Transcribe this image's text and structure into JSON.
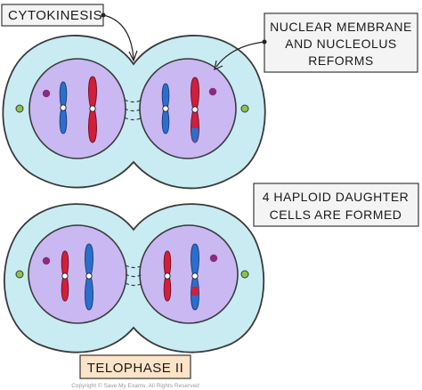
{
  "labels": {
    "cytokinesis": "CYTOKINESIS",
    "nuclear_line1": "NUCLEAR MEMBRANE",
    "nuclear_line2": "AND NUCLEOLUS",
    "nuclear_line3": "REFORMS",
    "haploid_line1": "4 HAPLOID DAUGHTER",
    "haploid_line2": "CELLS ARE FORMED",
    "stage": "TELOPHASE II"
  },
  "footer": {
    "copyright": "Copyright © Save My Exams. All Rights Reserved"
  },
  "colors": {
    "cytoplasm": "#c8ecf2",
    "cell_outline": "#3a3a3a",
    "nucleus": "#c9b8f2",
    "chromosome_red": "#d01f3c",
    "chromosome_blue": "#2a6fce",
    "centromere": "#ffffff",
    "nucleolus": "#8b2a7f",
    "centriole": "#8bc34a",
    "callout_fill": "#f4f4f4",
    "stage_fill": "#fde4c8",
    "stage_border": "#333333"
  }
}
